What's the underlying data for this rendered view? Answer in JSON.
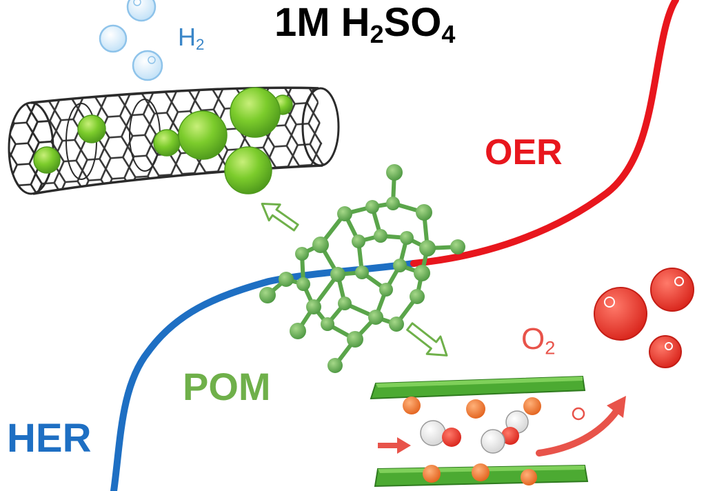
{
  "labels": {
    "title_main": "1M H",
    "title_sub1": "2",
    "title_mid": "SO",
    "title_sub2": "4",
    "h2_main": "H",
    "h2_sub": "2",
    "o2_main": "O",
    "o2_sub": "2",
    "oer": "OER",
    "pom": "POM",
    "her": "HER"
  },
  "colors": {
    "her_curve": "#1e6fc3",
    "oer_curve": "#e8161d",
    "pom_green": "#6fb04a",
    "cluster_green": "#5aa54a",
    "nanotube": "#2b2b2b",
    "sphere_green": "#72c22f",
    "bubble_blue": "#8ec3ea",
    "bubble_red": "#e8382f",
    "orange_ion": "#f0782e",
    "layer_green": "#4caa32"
  },
  "icons": [
    "h2-bubbles",
    "o2-bubbles",
    "carbon-nanotube",
    "pom-cluster",
    "layered-double-hydroxide",
    "outline-arrow",
    "red-arrow"
  ]
}
